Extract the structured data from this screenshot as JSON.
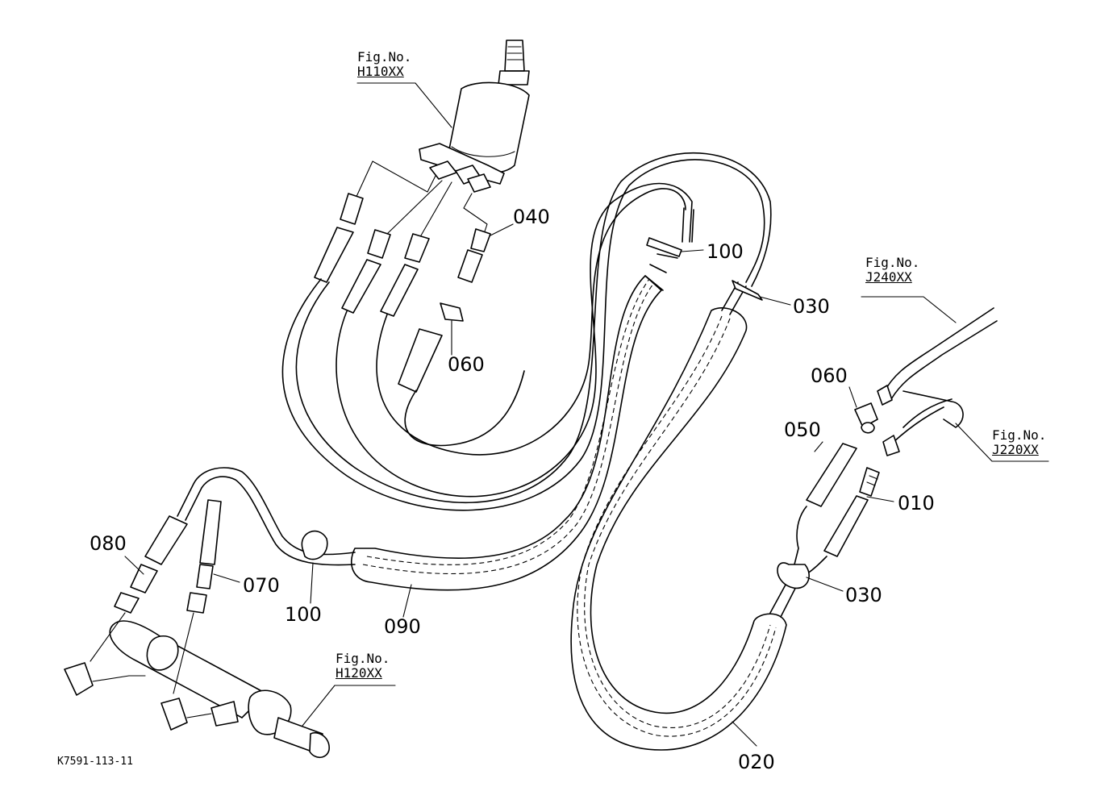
{
  "figure_refs": {
    "fig_h110": {
      "prefix": "Fig.No.",
      "code": "H110XX"
    },
    "fig_j240": {
      "prefix": "Fig.No.",
      "code": "J240XX"
    },
    "fig_j220": {
      "prefix": "Fig.No.",
      "code": "J220XX"
    },
    "fig_h120": {
      "prefix": "Fig.No.",
      "code": "H120XX"
    }
  },
  "part_labels": {
    "p040": "040",
    "p100_top": "100",
    "p030_top": "030",
    "p060_left": "060",
    "p060_right": "060",
    "p050": "050",
    "p010": "010",
    "p080": "080",
    "p070": "070",
    "p100_bottom": "100",
    "p090": "090",
    "p030_bottom": "030",
    "p020": "020"
  },
  "drawing_code": "K7591-113-11",
  "colors": {
    "ink": "#000000",
    "paper": "#ffffff"
  }
}
